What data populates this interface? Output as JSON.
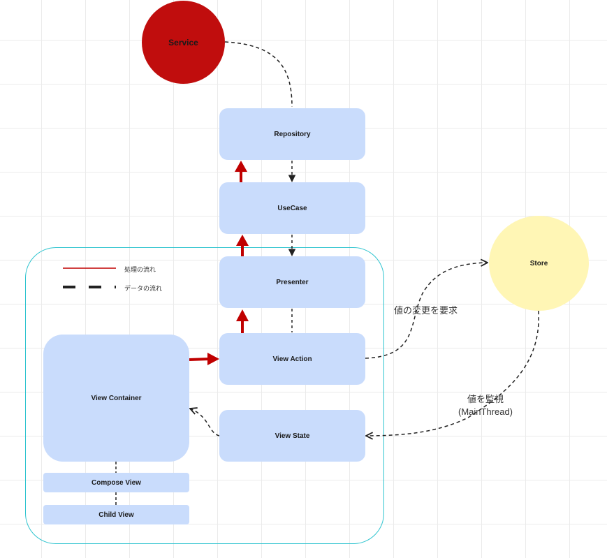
{
  "colors": {
    "process_flow": "#c00000",
    "data_flow": "#222222",
    "node_fill": "#c9dcfc",
    "container_border": "#2ec4cf",
    "service_fill": "#c00d0d",
    "store_fill": "#fff6b5"
  },
  "legend": {
    "process_flow_label": "処理の流れ",
    "data_flow_label": "データの流れ"
  },
  "nodes": {
    "service": "Service",
    "repository": "Repository",
    "usecase": "UseCase",
    "presenter": "Presenter",
    "view_action": "View Action",
    "view_state": "View State",
    "view_container": "View Container",
    "compose_view": "Compose View",
    "child_view": "Child View",
    "store": "Store"
  },
  "annotations": {
    "request_change": "値の変更を要求",
    "observe_value_line1": "値を監視",
    "observe_value_line2": "(MainThread)"
  }
}
